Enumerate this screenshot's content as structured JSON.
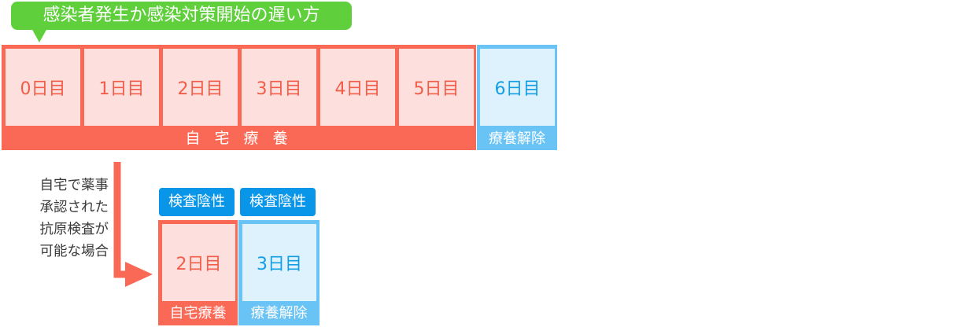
{
  "title": "感染者発生か感染対策開始の遅い方",
  "timeline": {
    "days": [
      {
        "label": "0日目"
      },
      {
        "label": "1日目"
      },
      {
        "label": "2日目"
      },
      {
        "label": "3日目"
      },
      {
        "label": "4日目"
      },
      {
        "label": "5日目"
      },
      {
        "label": "6日目"
      }
    ],
    "home_label": "自 宅 療 養",
    "release_label": "療養解除"
  },
  "note": {
    "lines": [
      "自宅で薬事",
      "承認された",
      "抗原検査が",
      "可能な場合"
    ]
  },
  "shortened": {
    "badges": [
      "検査陰性",
      "検査陰性"
    ],
    "days": [
      {
        "label": "2日目"
      },
      {
        "label": "3日目"
      }
    ],
    "home_label": "自宅療養",
    "release_label": "療養解除"
  },
  "colors": {
    "title_green": "#5fcf3c",
    "home_red": "#fa6955",
    "home_fill": "#fde0dd",
    "home_text": "#f25d49",
    "release_blue": "#6ac3f5",
    "release_fill": "#def2fd",
    "release_text": "#139de3",
    "badge_blue": "#0a96e8"
  }
}
